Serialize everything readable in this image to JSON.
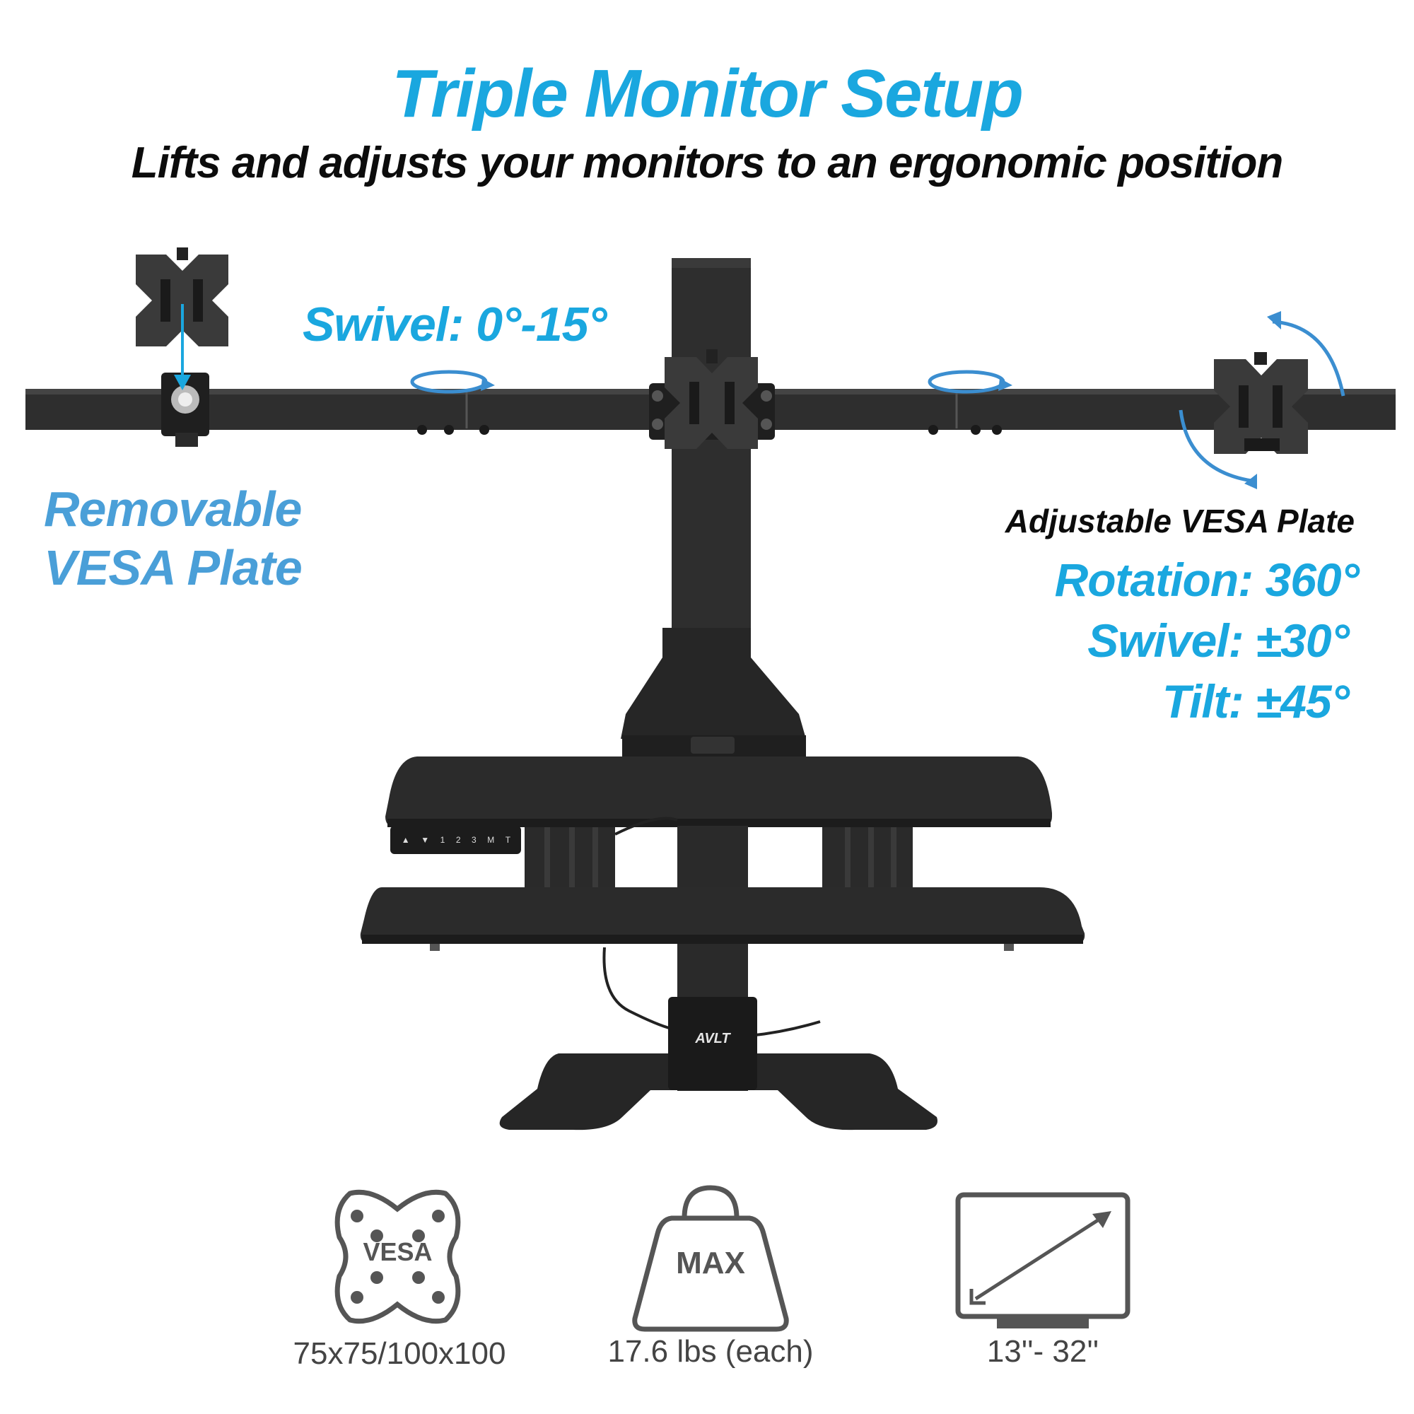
{
  "header": {
    "title": "Triple Monitor Setup",
    "subtitle": "Lifts and adjusts your monitors to an ergonomic position"
  },
  "callouts": {
    "arm_swivel": "Swivel: 0°-15°",
    "removable_line1": "Removable",
    "removable_line2": "VESA Plate",
    "adjustable_heading": "Adjustable VESA Plate",
    "rotation": "Rotation: 360°",
    "swivel": "Swivel: ±30°",
    "tilt": "Tilt: ±45°"
  },
  "product": {
    "brand_logo": "AVLT",
    "keypad_buttons": [
      "▲",
      "▼",
      "1",
      "2",
      "3",
      "M",
      "T"
    ]
  },
  "specs": [
    {
      "icon": "vesa-icon",
      "icon_text": "VESA",
      "label": "75x75/100x100"
    },
    {
      "icon": "weight-icon",
      "icon_text": "MAX",
      "label": "17.6 lbs (each)"
    },
    {
      "icon": "screen-size-icon",
      "label": "13''- 32''"
    }
  ],
  "colors": {
    "accent_blue": "#1aa7df",
    "light_blue": "#4a9fd8",
    "product_black": "#2b2b2b",
    "icon_gray": "#555555"
  }
}
